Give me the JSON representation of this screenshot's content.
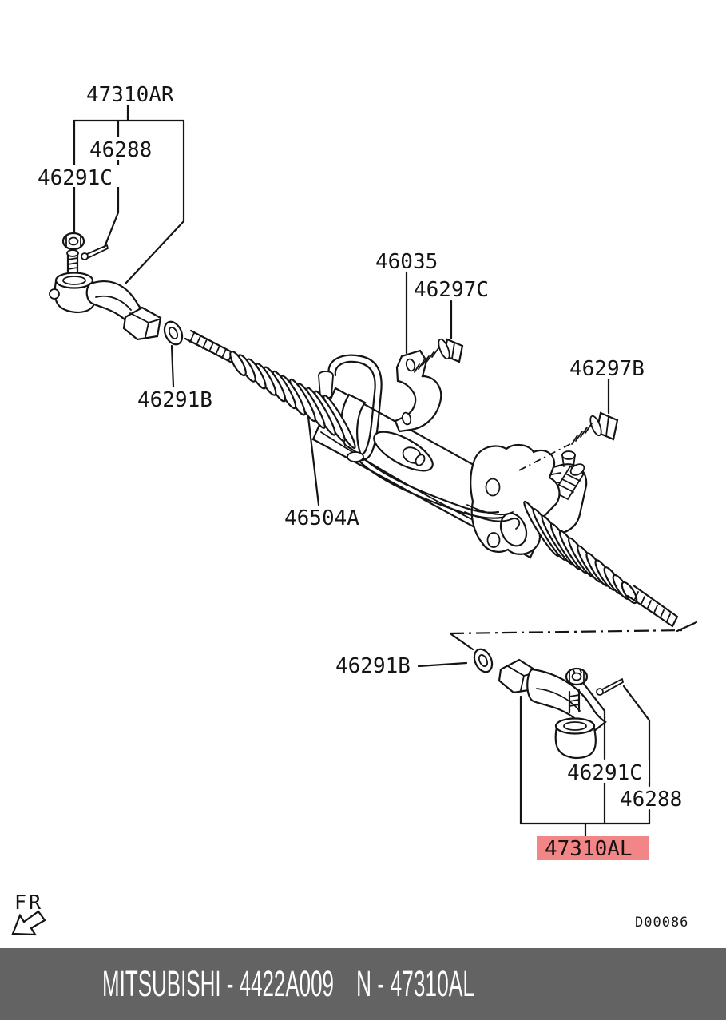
{
  "diagram": {
    "labels": {
      "tie_rod_end_right": "47310AR",
      "cotter_pin_top": "46288",
      "nut_top": "46291C",
      "washer_top": "46291B",
      "clamp": "46035",
      "clamp_bolt": "46297C",
      "mounting_bolt": "46297B",
      "gear_and_linkage": "46504A",
      "washer_bottom": "46291B",
      "nut_bottom": "46291C",
      "cotter_pin_bottom": "46288",
      "tie_rod_end_left": "47310AL"
    },
    "highlight": {
      "label": "47310AL",
      "bg_color": "#f28585",
      "text_color": "#8b2020"
    },
    "direction_label": "FR",
    "drawing_code": "D00086"
  },
  "footer": {
    "left_text": "MITSUBISHI - 4422A009",
    "right_text": "N - 47310AL",
    "bg_color": "#636363",
    "text_color": "#ffffff"
  }
}
